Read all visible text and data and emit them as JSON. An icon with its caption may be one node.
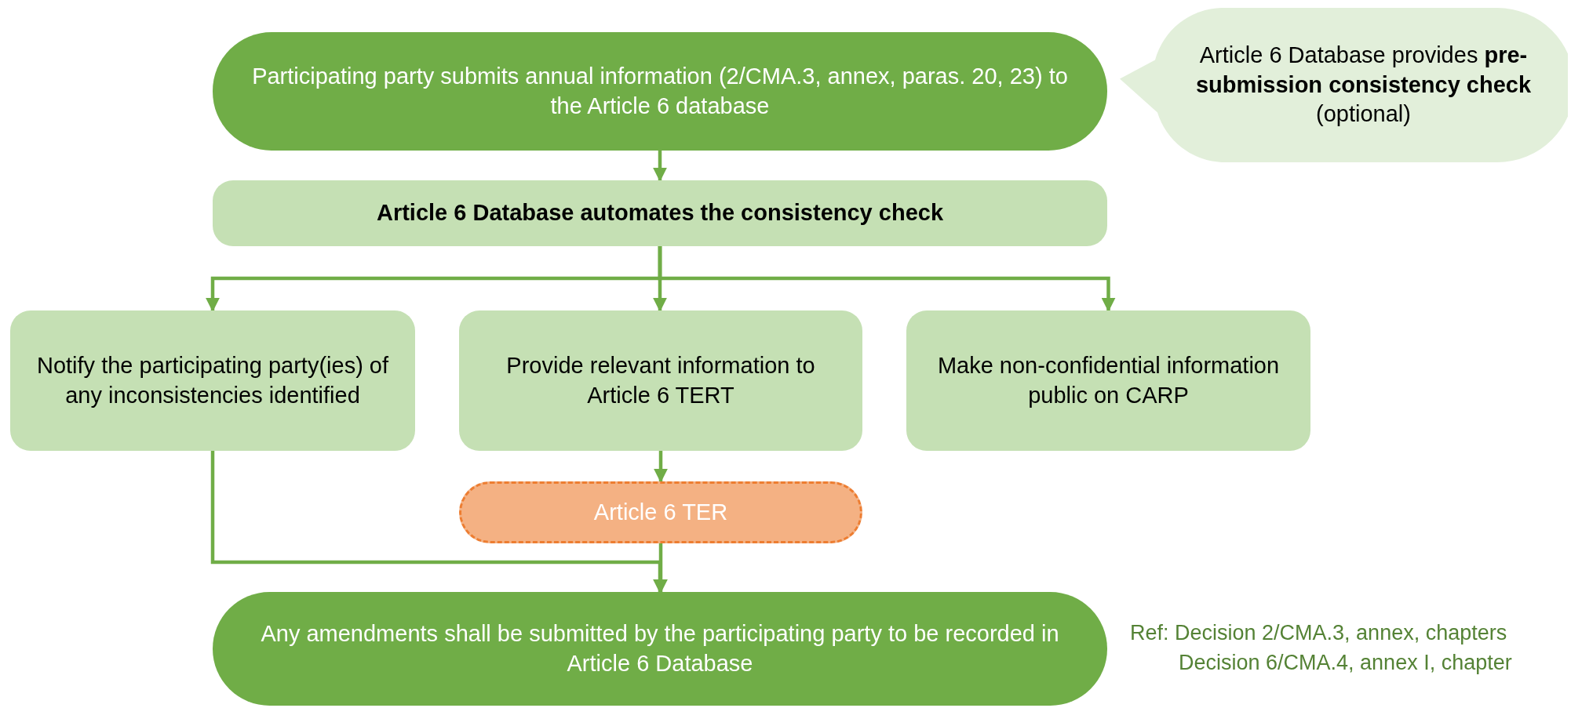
{
  "diagram": {
    "nodes": [
      {
        "text": [
          "Participating party submits annual information (2/CMA.3, annex, paras. 20, 23) to the Article 6 database"
        ]
      },
      {
        "text": [
          "Article 6 Database provides **pre-submission consistency check** (optional)"
        ]
      },
      {
        "text": [
          "Article 6 Database automates the consistency check"
        ]
      },
      {
        "text": [
          "Notify the participating party(ies) of any inconsistencies identified"
        ]
      },
      {
        "text": [
          "Provide relevant information to Article 6 TERT"
        ]
      },
      {
        "text": [
          "Make non-confidential information public on CARP"
        ]
      },
      {
        "text": [
          "Article 6 TER"
        ]
      },
      {
        "text": [
          "Any amendments shall be submitted by the participating party to be recorded in Article 6 Database"
        ]
      }
    ],
    "edges": [
      {
        "from": 0,
        "to": 2,
        "arrow": "to"
      },
      {
        "from": 2,
        "to": 3,
        "arrow": "to"
      },
      {
        "from": 2,
        "to": 4,
        "arrow": "to"
      },
      {
        "from": 2,
        "to": 5,
        "arrow": "to"
      },
      {
        "from": 4,
        "to": 6,
        "arrow": "to"
      },
      {
        "from": 3,
        "to": 7,
        "arrow": "to"
      },
      {
        "from": 6,
        "to": 7,
        "arrow": "to"
      }
    ],
    "labels": [
      "Ref: Decision 2/CMA.3, annex, chapters",
      "Decision 6/CMA.4, annex I, chapter"
    ]
  }
}
